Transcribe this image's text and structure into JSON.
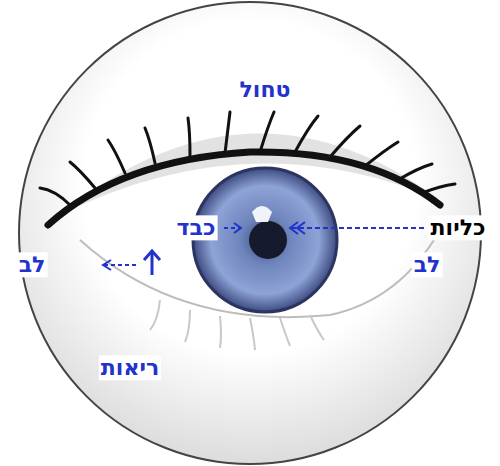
{
  "diagram": {
    "labels": [
      "טחול",
      "כליות",
      "כבד",
      "לב",
      "לב",
      "ריאות"
    ]
  }
}
